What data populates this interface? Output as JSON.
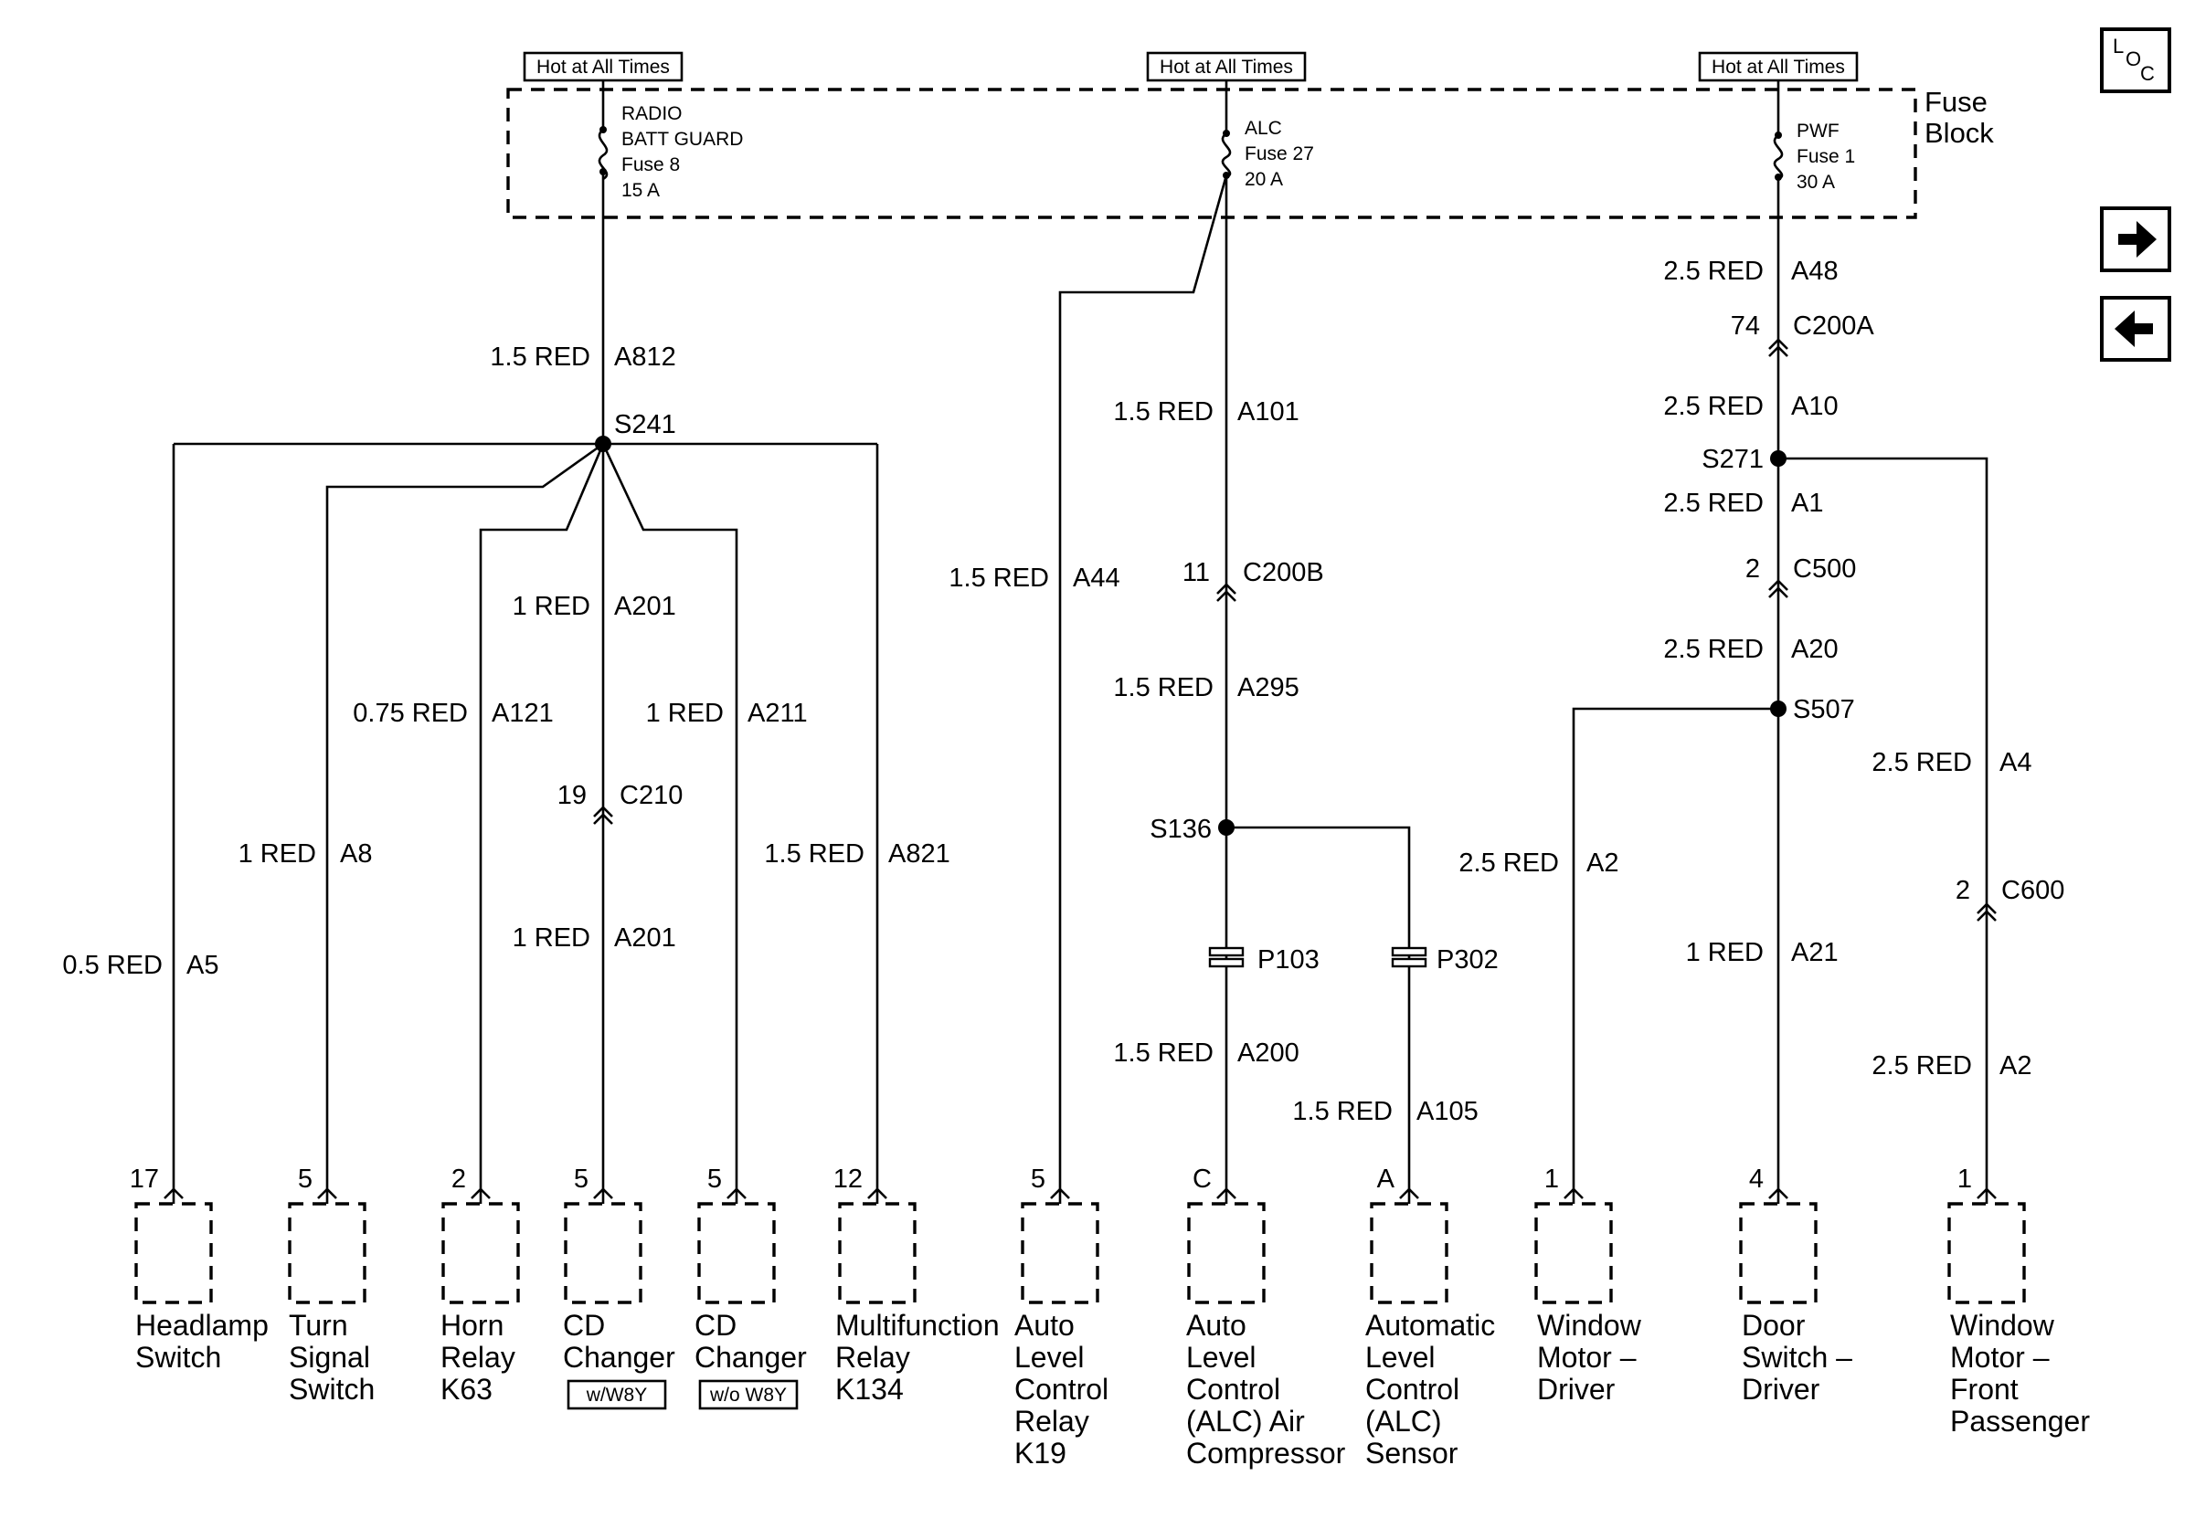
{
  "hot_label": "Hot at All Times",
  "fuse_block_label": [
    "Fuse",
    "Block"
  ],
  "loc_icon": [
    "L",
    "O",
    "C"
  ],
  "nav": {
    "forward": "forward-arrow-icon",
    "back": "back-arrow-icon"
  },
  "fuses": {
    "radio": [
      "RADIO",
      "BATT GUARD",
      "Fuse 8",
      "15 A"
    ],
    "alc": [
      "ALC",
      "Fuse 27",
      "20 A"
    ],
    "pwf": [
      "PWF",
      "Fuse 1",
      "30 A"
    ]
  },
  "splices": {
    "s241": "S241",
    "s136": "S136",
    "s271": "S271",
    "s507": "S507"
  },
  "connectors": {
    "c210": {
      "pin": "19",
      "name": "C210"
    },
    "c200b": {
      "pin": "11",
      "name": "C200B"
    },
    "c200a": {
      "pin": "74",
      "name": "C200A"
    },
    "c500": {
      "pin": "2",
      "name": "C500"
    },
    "c600": {
      "pin": "2",
      "name": "C600"
    },
    "p103": "P103",
    "p302": "P302"
  },
  "wires": {
    "a812": {
      "size": "1.5 RED",
      "circuit": "A812"
    },
    "a5": {
      "size": "0.5 RED",
      "circuit": "A5"
    },
    "a8": {
      "size": "1 RED",
      "circuit": "A8"
    },
    "a121": {
      "size": "0.75 RED",
      "circuit": "A121"
    },
    "a201_top": {
      "size": "1 RED",
      "circuit": "A201"
    },
    "a201_bottom": {
      "size": "1 RED",
      "circuit": "A201"
    },
    "a211": {
      "size": "1 RED",
      "circuit": "A211"
    },
    "a821": {
      "size": "1.5 RED",
      "circuit": "A821"
    },
    "a44": {
      "size": "1.5 RED",
      "circuit": "A44"
    },
    "a101": {
      "size": "1.5 RED",
      "circuit": "A101"
    },
    "a295": {
      "size": "1.5 RED",
      "circuit": "A295"
    },
    "a200": {
      "size": "1.5 RED",
      "circuit": "A200"
    },
    "a105": {
      "size": "1.5 RED",
      "circuit": "A105"
    },
    "a48": {
      "size": "2.5 RED",
      "circuit": "A48"
    },
    "a10": {
      "size": "2.5 RED",
      "circuit": "A10"
    },
    "a1": {
      "size": "2.5 RED",
      "circuit": "A1"
    },
    "a20": {
      "size": "2.5 RED",
      "circuit": "A20"
    },
    "a2_driver": {
      "size": "2.5 RED",
      "circuit": "A2"
    },
    "a21": {
      "size": "1 RED",
      "circuit": "A21"
    },
    "a4": {
      "size": "2.5 RED",
      "circuit": "A4"
    },
    "a2_pass": {
      "size": "2.5 RED",
      "circuit": "A2"
    }
  },
  "components": [
    {
      "pin": "17",
      "lines": [
        "Headlamp",
        "Switch"
      ]
    },
    {
      "pin": "5",
      "lines": [
        "Turn",
        "Signal",
        "Switch"
      ]
    },
    {
      "pin": "2",
      "lines": [
        "Horn",
        "Relay",
        "K63"
      ]
    },
    {
      "pin": "5",
      "lines": [
        "CD",
        "Changer"
      ],
      "option": "w/W8Y"
    },
    {
      "pin": "5",
      "lines": [
        "CD",
        "Changer"
      ],
      "option": "w/o W8Y"
    },
    {
      "pin": "12",
      "lines": [
        "Multifunction",
        "Relay",
        "K134"
      ]
    },
    {
      "pin": "5",
      "lines": [
        "Auto",
        "Level",
        "Control",
        "Relay",
        "K19"
      ]
    },
    {
      "pin": "C",
      "lines": [
        "Auto",
        "Level",
        "Control",
        "(ALC) Air",
        "Compressor"
      ]
    },
    {
      "pin": "A",
      "lines": [
        "Automatic",
        "Level",
        "Control",
        "(ALC)",
        "Sensor"
      ]
    },
    {
      "pin": "1",
      "lines": [
        "Window",
        "Motor –",
        "Driver"
      ]
    },
    {
      "pin": "4",
      "lines": [
        "Door",
        "Switch –",
        "Driver"
      ]
    },
    {
      "pin": "1",
      "lines": [
        "Window",
        "Motor –",
        "Front",
        "Passenger"
      ]
    }
  ]
}
